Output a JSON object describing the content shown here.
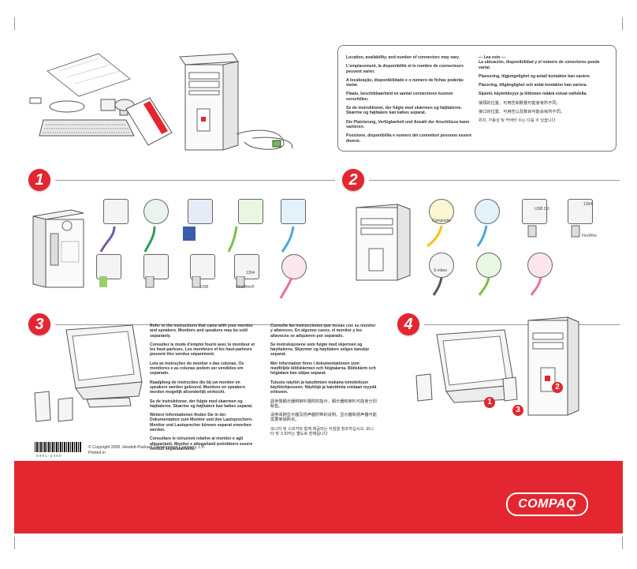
{
  "info_box": {
    "left": [
      "Location, availability, and number of connectors may vary.",
      "L'emplacement, la disponibilité et le nombre de connecteurs peuvent varier.",
      "A localização, disponibilidade e o número de fichas poderão variar.",
      "Plaats, beschikbaarheid en aantal connectoren kunnen verschillen.",
      "Se de instruktioner, der fulgte med skærmen og højttalerne. Skærme og højttalere kan købes separat.",
      "Die Platzierung, Verfügbarkeit und Anzahl der Anschlüsse kann variieren.",
      "Posizione, disponibilità e numero dei connettori possono essere diversi."
    ],
    "right": [
      "— Lea esto —\nLa ubicación, disponibilidad y el número de conectores puede variar.",
      "Plassering, tilgjengelighet og antall kontakter kan variere.",
      "Placering, tillgänglighet och antal kontakter kan variera.",
      "Sijainti, käytettävyys ja liittimien määrä voivat vaihdella.",
      "接頭的位置、可用性和數量可能會有所不同。",
      "接口的位置、可用性以及数目可能会有所不同。",
      "위치, 가용성 및 커넥터 수는 다를 수 있습니다"
    ]
  },
  "steps": {
    "one": "1",
    "two": "2",
    "three": "3",
    "four": "4"
  },
  "step1_labels": {
    "usb": "USB",
    "firewire": "FireWire®",
    "ieee": "1394"
  },
  "step2_labels": {
    "composite": "Composite",
    "svideo": "S-video",
    "usb20": "USB 2.0",
    "ieee": "1394",
    "firewire": "FireWire"
  },
  "step3": {
    "col1": [
      "Refer to the instructions that came with your monitor and speakers. Monitors and speakers may be sold separately.",
      "Consultez le mode d'emploi fourni avec le moniteur et les haut-parleurs. Les moniteurs et les haut-parleurs peuvent être vendus séparément.",
      "Leia as instruções do monitor e das colunas. Os monitores e as colunas podem ser vendidos em separado.",
      "Raadpleeg de instructies die bij uw monitor en speakers werden geleverd. Monitors en speakers worden mogelijk afzonderlijk verkocht.",
      "Se de instruktioner, der fulgte med skærmen og højttalerne. Skærme og højttalere kan købes separat.",
      "Weitere Informationen finden Sie in der Dokumentation zum Monitor und den Lautsprechern. Monitor und Lautsprecher können separat erworben werden.",
      "Consultare le istruzioni relative al monitor e agli altoparlanti. Monitor e altoparlanti potrebbero essere venduti separatamente."
    ],
    "col2": [
      "Consulte las instrucciones que venían con su monitor y altavoces. En algunos casos, el monitor y los altavoces se adquieren por separado.",
      "Se instruksjonene som fulgte med skjermen og høyttalerne. Skjermer og høyttalere selges kanskje separat.",
      "Mer information finns i dokumentationen som medföljde bildskärmen och högtalarna. Bildskärm och högtalare kan säljas separat.",
      "Tutustu näytön ja kaiuttimien mukana toimitettuun käyttöohjeeseen. Näyttöjä ja kaiuttimia voidaan myydä erikseen.",
      "請參閱顯示器和喇叭隨附的指示。顯示器和喇叭可能會分別販售。",
      "请参阅随显示器及扬声器附带的说明。显示器和扬声器可能需要单独购买。",
      "모니터 및 스피커와 함께 제공되는 지침을 참조하십시오. 모니터 및 스피커는 별도로 판매됩니다"
    ]
  },
  "step4_callouts": [
    "1",
    "2",
    "3"
  ],
  "copyright": "© Copyright 2005, Hewlett-Packard Development Company, L.P.",
  "printed_in": "Printed in",
  "barcode_number": "5 9 9 1 - 2 3 6 0",
  "brand": "COMPAQ",
  "colors": {
    "brand_red": "#e3262f"
  }
}
